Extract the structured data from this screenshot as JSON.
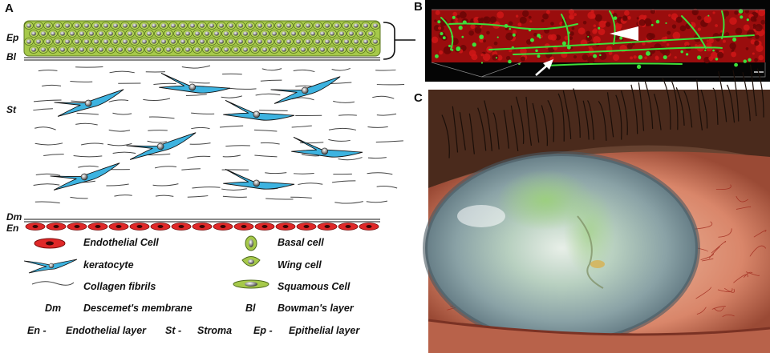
{
  "panels": {
    "a": "A",
    "b": "B",
    "c": "C"
  },
  "layer_labels": {
    "ep": "Ep",
    "bl": "Bl",
    "st": "St",
    "dm": "Dm",
    "en": "En"
  },
  "legend": {
    "endothelial_cell": "Endothelial Cell",
    "basal_cell": "Basal cell",
    "keratocyte": "keratocyte",
    "wing_cell": "Wing cell",
    "collagen_fibrils": "Collagen fibrils",
    "squamous_cell": "Squamous Cell",
    "dm_abbr": "Dm",
    "dm_full": "Descemet's membrane",
    "bl_abbr": "Bl",
    "bl_full": "Bowman's layer",
    "en_abbr": "En -",
    "en_full": "Endothelial layer",
    "st_abbr": "St -",
    "st_full": "Stroma",
    "ep_abbr": "Ep -",
    "ep_full": "Epithelial layer"
  },
  "colors": {
    "epithelium": "#a6c94a",
    "keratocyte": "#3db3e0",
    "endothelium": "#e02828",
    "confocal_red": "#b01010",
    "confocal_green": "#3ee03a",
    "eye_bg": "#5a2d1e"
  }
}
